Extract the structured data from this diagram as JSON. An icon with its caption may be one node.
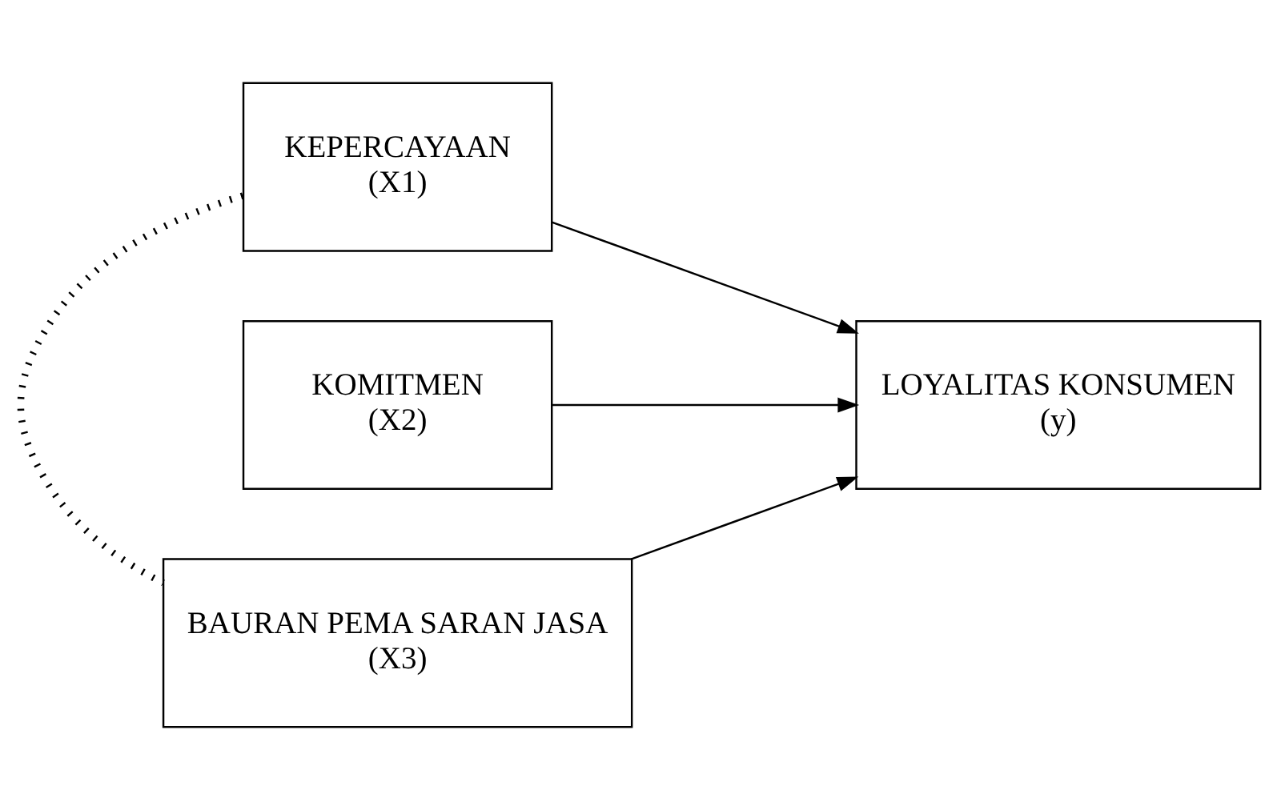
{
  "diagram": {
    "nodes": [
      {
        "text": [
          "KEPERCAYAAN",
          "(X1)"
        ]
      },
      {
        "text": [
          "KOMITMEN",
          "(X2)"
        ]
      },
      {
        "text": [
          "BAURAN PEMA SARAN JASA",
          "(X3)"
        ]
      },
      {
        "text": [
          "LOYALITAS KONSUMEN",
          "(y)"
        ]
      }
    ],
    "edges": [
      {
        "from": 0,
        "to": 3,
        "arrow": "to"
      },
      {
        "from": 1,
        "to": 3,
        "arrow": "to"
      },
      {
        "from": 2,
        "to": 3,
        "arrow": "to"
      },
      {
        "from": 0,
        "to": 2,
        "arrow": "none",
        "style": "dashed"
      }
    ]
  }
}
